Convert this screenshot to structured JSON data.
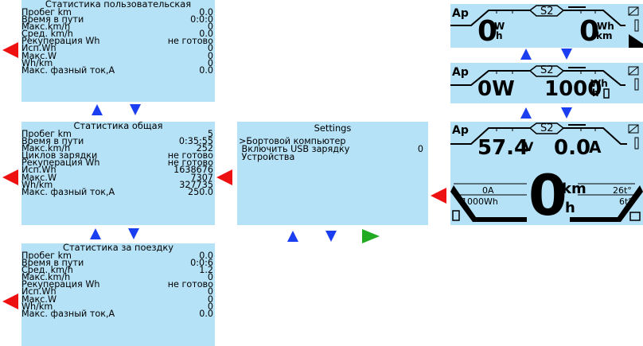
{
  "stats_user": {
    "title": "Статистика пользовательская",
    "rows": [
      {
        "label": "Пробег km",
        "value": "0.0"
      },
      {
        "label": "Время в пути",
        "value": "0:0:0"
      },
      {
        "label": "Макс.km/h",
        "value": "0"
      },
      {
        "label": "Сред. km/h",
        "value": "0.0"
      },
      {
        "label": "Рекуперация Wh",
        "value": "не готово"
      },
      {
        "label": "Исп.Wh",
        "value": "0"
      },
      {
        "label": "Макс.W",
        "value": "0"
      },
      {
        "label": "Wh/km",
        "value": "0"
      },
      {
        "label": "Макс. фазный ток,А",
        "value": "0.0"
      }
    ]
  },
  "stats_total": {
    "title": "Статистика общая",
    "rows": [
      {
        "label": "Пробег km",
        "value": "5"
      },
      {
        "label": "Время в пути",
        "value": "0:35:55"
      },
      {
        "label": "Макс.km/h",
        "value": "252"
      },
      {
        "label": "Циклов зарядки",
        "value": "не готово"
      },
      {
        "label": "Рекуперация Wh",
        "value": "не готово"
      },
      {
        "label": "Исп.Wh",
        "value": "1638676"
      },
      {
        "label": "Макс.W",
        "value": "7307"
      },
      {
        "label": "Wh/km",
        "value": "327735"
      },
      {
        "label": "Макс. фазный ток,А",
        "value": "250.0"
      }
    ]
  },
  "stats_trip": {
    "title": "Статистика за поездку",
    "rows": [
      {
        "label": "Пробег km",
        "value": "0.0"
      },
      {
        "label": "Время в пути",
        "value": "0:0:6"
      },
      {
        "label": "Сред. km/h",
        "value": "1.2"
      },
      {
        "label": "Макс.km/h",
        "value": "0"
      },
      {
        "label": "Рекуперация Wh",
        "value": "не готово"
      },
      {
        "label": "Исп.Wh",
        "value": "0"
      },
      {
        "label": "Макс.W",
        "value": "0"
      },
      {
        "label": "Wh/km",
        "value": "0"
      },
      {
        "label": "Макс. фазный ток,А",
        "value": "0.0"
      }
    ]
  },
  "settings": {
    "title": "Settings",
    "items": [
      {
        "label": ">Бортовой компьютер",
        "value": ""
      },
      {
        "label": " Включить USB зарядку",
        "value": "0"
      },
      {
        "label": " Устройства",
        "value": ""
      }
    ]
  },
  "dash1": {
    "mode": "Ap",
    "preset": "S2",
    "left_value": "0",
    "left_unit_top": "W",
    "left_unit_bottom": "h",
    "right_value": "0",
    "right_unit_top": "Wh",
    "right_unit_bottom": "km"
  },
  "dash2": {
    "mode": "Ap",
    "preset": "S2",
    "left_value": "0W",
    "right_value": "1000",
    "right_unit_top": "Wh",
    "right_unit_bottom": "h"
  },
  "dash3": {
    "mode": "Ap",
    "preset": "S2",
    "voltage": "57.4",
    "voltage_unit": "V",
    "current": "0.0",
    "current_unit": "A",
    "left_current": "0A",
    "left_energy": "1000Wh",
    "speed": "0",
    "speed_unit_top": "km",
    "speed_unit_bottom": "h",
    "temp1": "26t°",
    "temp2": "6t°"
  },
  "colors": {
    "panel": "#b5e2f6",
    "nav_arrow": "#1a3ef0",
    "back_arrow": "#ee1111",
    "enter_arrow": "#22aa22"
  }
}
